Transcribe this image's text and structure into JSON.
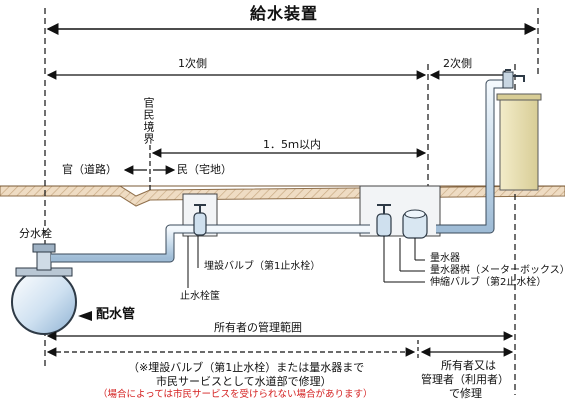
{
  "diagram": {
    "title": "給水装置",
    "primary_side": "1次側",
    "secondary_side": "2次側",
    "boundary": "官民境界",
    "distance": "1．5ｍ以内",
    "public_side": "官（道路）",
    "private_side": "民（宅地）",
    "branch_valve": "分水栓",
    "main_pipe": "配水管",
    "buried_valve": "埋設バルブ（第1止水栓）",
    "valve_box": "止水栓筺",
    "meter": "量水器",
    "meter_box": "量水器桝（メーターボックス）",
    "expansion_valve": "伸縮バルブ（第2止水栓）",
    "owner_range": "所有者の管理範囲",
    "note_line1": "（※埋設バルブ（第1止水栓）または量水器まで",
    "note_line2": "市民サービスとして水道部で修理）",
    "note_red": "（場合によっては市民サービスを受けられない場合があります）",
    "owner_repair_line1": "所有者又は",
    "owner_repair_line2": "管理者（利用者）",
    "owner_repair_line3": "で修理",
    "colors": {
      "pipe_fill": "#dbe9f5",
      "pipe_stroke": "#3a4a5a",
      "ground": "#e9d6bd",
      "red_note": "#d42020"
    }
  }
}
